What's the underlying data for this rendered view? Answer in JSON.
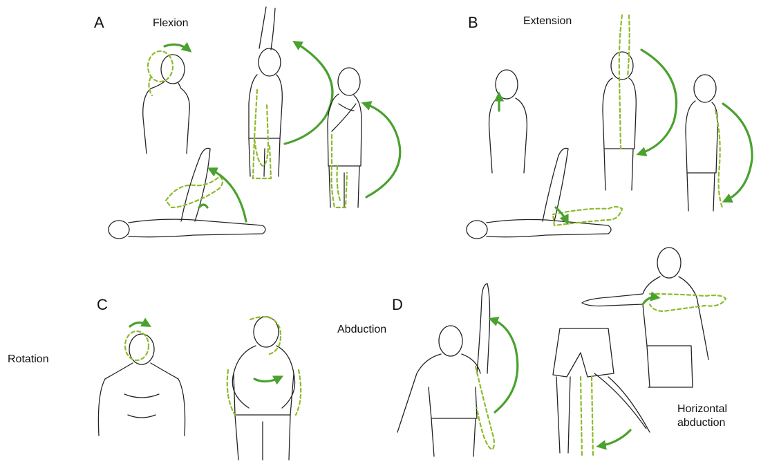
{
  "panels": {
    "a": {
      "letter": "A",
      "movement": "Flexion"
    },
    "b": {
      "letter": "B",
      "movement": "Extension"
    },
    "c": {
      "letter": "C",
      "movement": "Rotation"
    },
    "d": {
      "letter": "D",
      "movement": "Abduction",
      "movement_2_line1": "Horizontal",
      "movement_2_line2": "abduction"
    }
  },
  "colors": {
    "arrow": "#4aa12e",
    "ghost_outline": "#8dbb2c",
    "line": "#222222"
  }
}
